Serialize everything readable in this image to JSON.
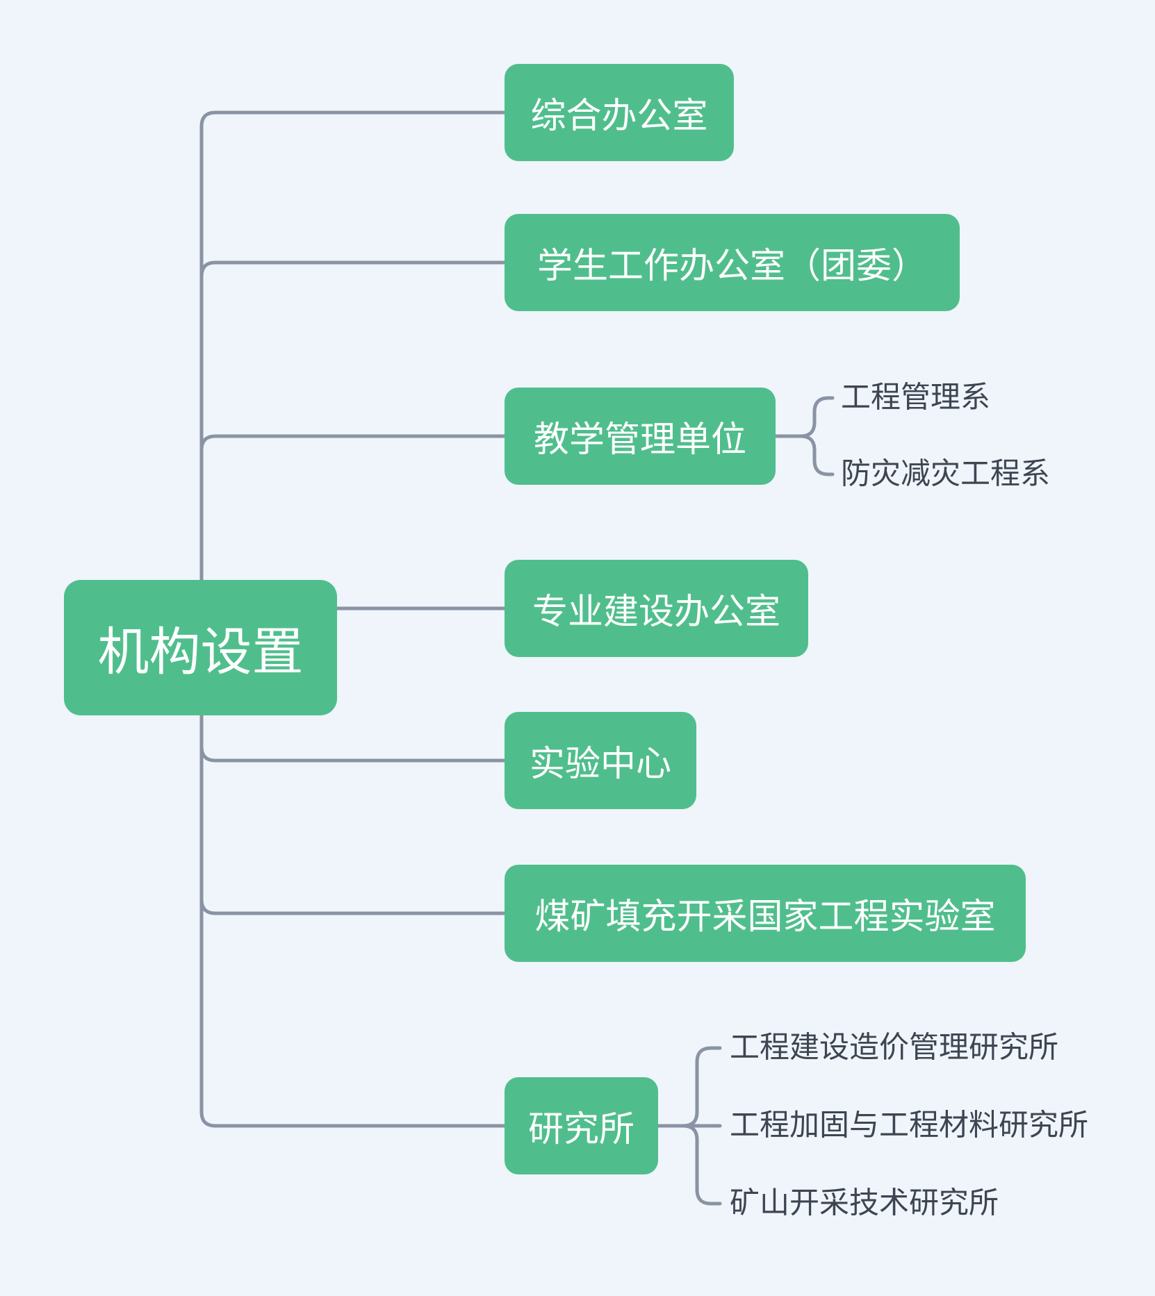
{
  "mindmap": {
    "root": {
      "label": "机构设置"
    },
    "children": [
      {
        "label": "综合办公室"
      },
      {
        "label": "学生工作办公室（团委）"
      },
      {
        "label": "教学管理单位",
        "children": [
          "工程管理系",
          "防灾减灾工程系"
        ]
      },
      {
        "label": "专业建设办公室"
      },
      {
        "label": "实验中心"
      },
      {
        "label": "煤矿填充开采国家工程实验室"
      },
      {
        "label": "研究所",
        "children": [
          "工程建设造价管理研究所",
          "工程加固与工程材料研究所",
          "矿山开采技术研究所"
        ]
      }
    ],
    "colors": {
      "node_fill": "#50BE8C",
      "node_text": "#FFFFFF",
      "connector": "#8A93A4",
      "subtopic_text": "#3E4552",
      "background": "#EFF5FA"
    }
  }
}
